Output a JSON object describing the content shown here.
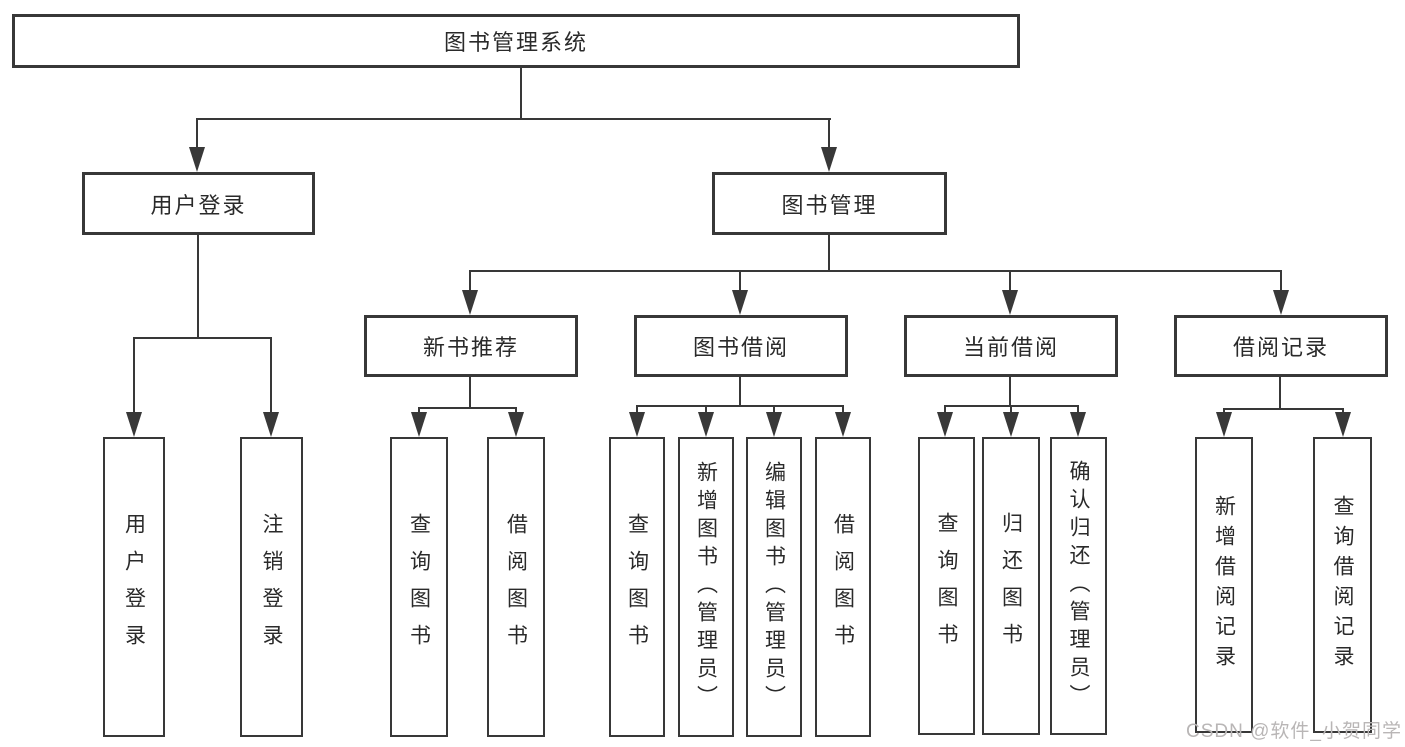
{
  "diagram_title": "图书管理系统",
  "nodes": {
    "root": "图书管理系统",
    "user_login": "用户登录",
    "book_mgmt": "图书管理",
    "new_book_rec": "新书推荐",
    "book_borrow": "图书借阅",
    "current_borrow": "当前借阅",
    "borrow_record": "借阅记录"
  },
  "leaves": [
    {
      "label": "用户登录",
      "parent": "用户登录"
    },
    {
      "label": "注销登录",
      "parent": "用户登录"
    },
    {
      "label": "查询图书",
      "parent": "新书推荐"
    },
    {
      "label": "借阅图书",
      "parent": "新书推荐"
    },
    {
      "label": "查询图书",
      "parent": "图书借阅"
    },
    {
      "label": "新增图书（管理员）",
      "parent": "图书借阅"
    },
    {
      "label": "编辑图书（管理员）",
      "parent": "图书借阅"
    },
    {
      "label": "借阅图书",
      "parent": "图书借阅"
    },
    {
      "label": "查询图书",
      "parent": "当前借阅"
    },
    {
      "label": "归还图书",
      "parent": "当前借阅"
    },
    {
      "label": "确认归还（管理员）",
      "parent": "当前借阅"
    },
    {
      "label": "新增借阅记录",
      "parent": "借阅记录"
    },
    {
      "label": "查询借阅记录",
      "parent": "借阅记录"
    }
  ],
  "watermark": "CSDN @软件_小贺同学",
  "colors": {
    "line": "#383838",
    "text": "#2a2a2a",
    "watermark": "#b9b6b6",
    "background": "#ffffff"
  }
}
